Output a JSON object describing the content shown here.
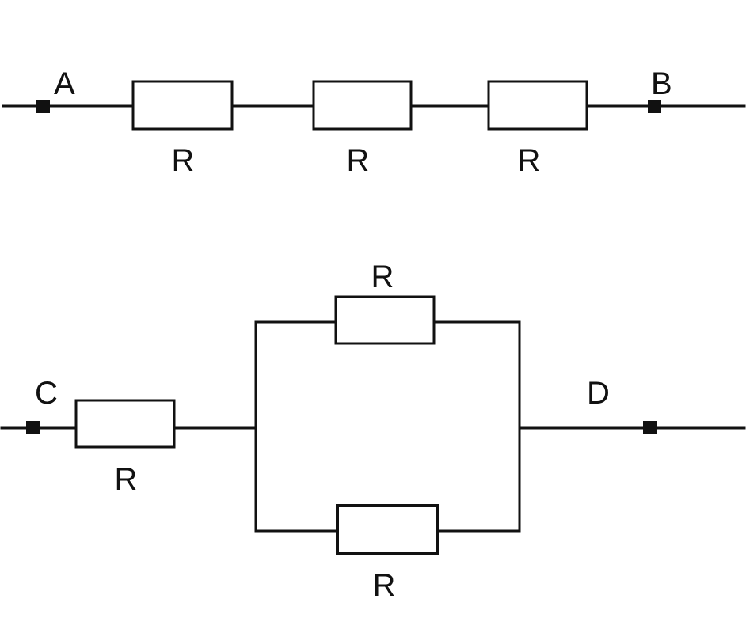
{
  "circuits": {
    "series": {
      "terminal_start": "A",
      "terminal_end": "B",
      "resistor_labels": [
        "R",
        "R",
        "R"
      ]
    },
    "mixed": {
      "terminal_start": "C",
      "terminal_end": "D",
      "series_resistor_label": "R",
      "parallel_top_label": "R",
      "parallel_bottom_label": "R"
    }
  },
  "colors": {
    "stroke": "#111111",
    "background": "#ffffff"
  }
}
